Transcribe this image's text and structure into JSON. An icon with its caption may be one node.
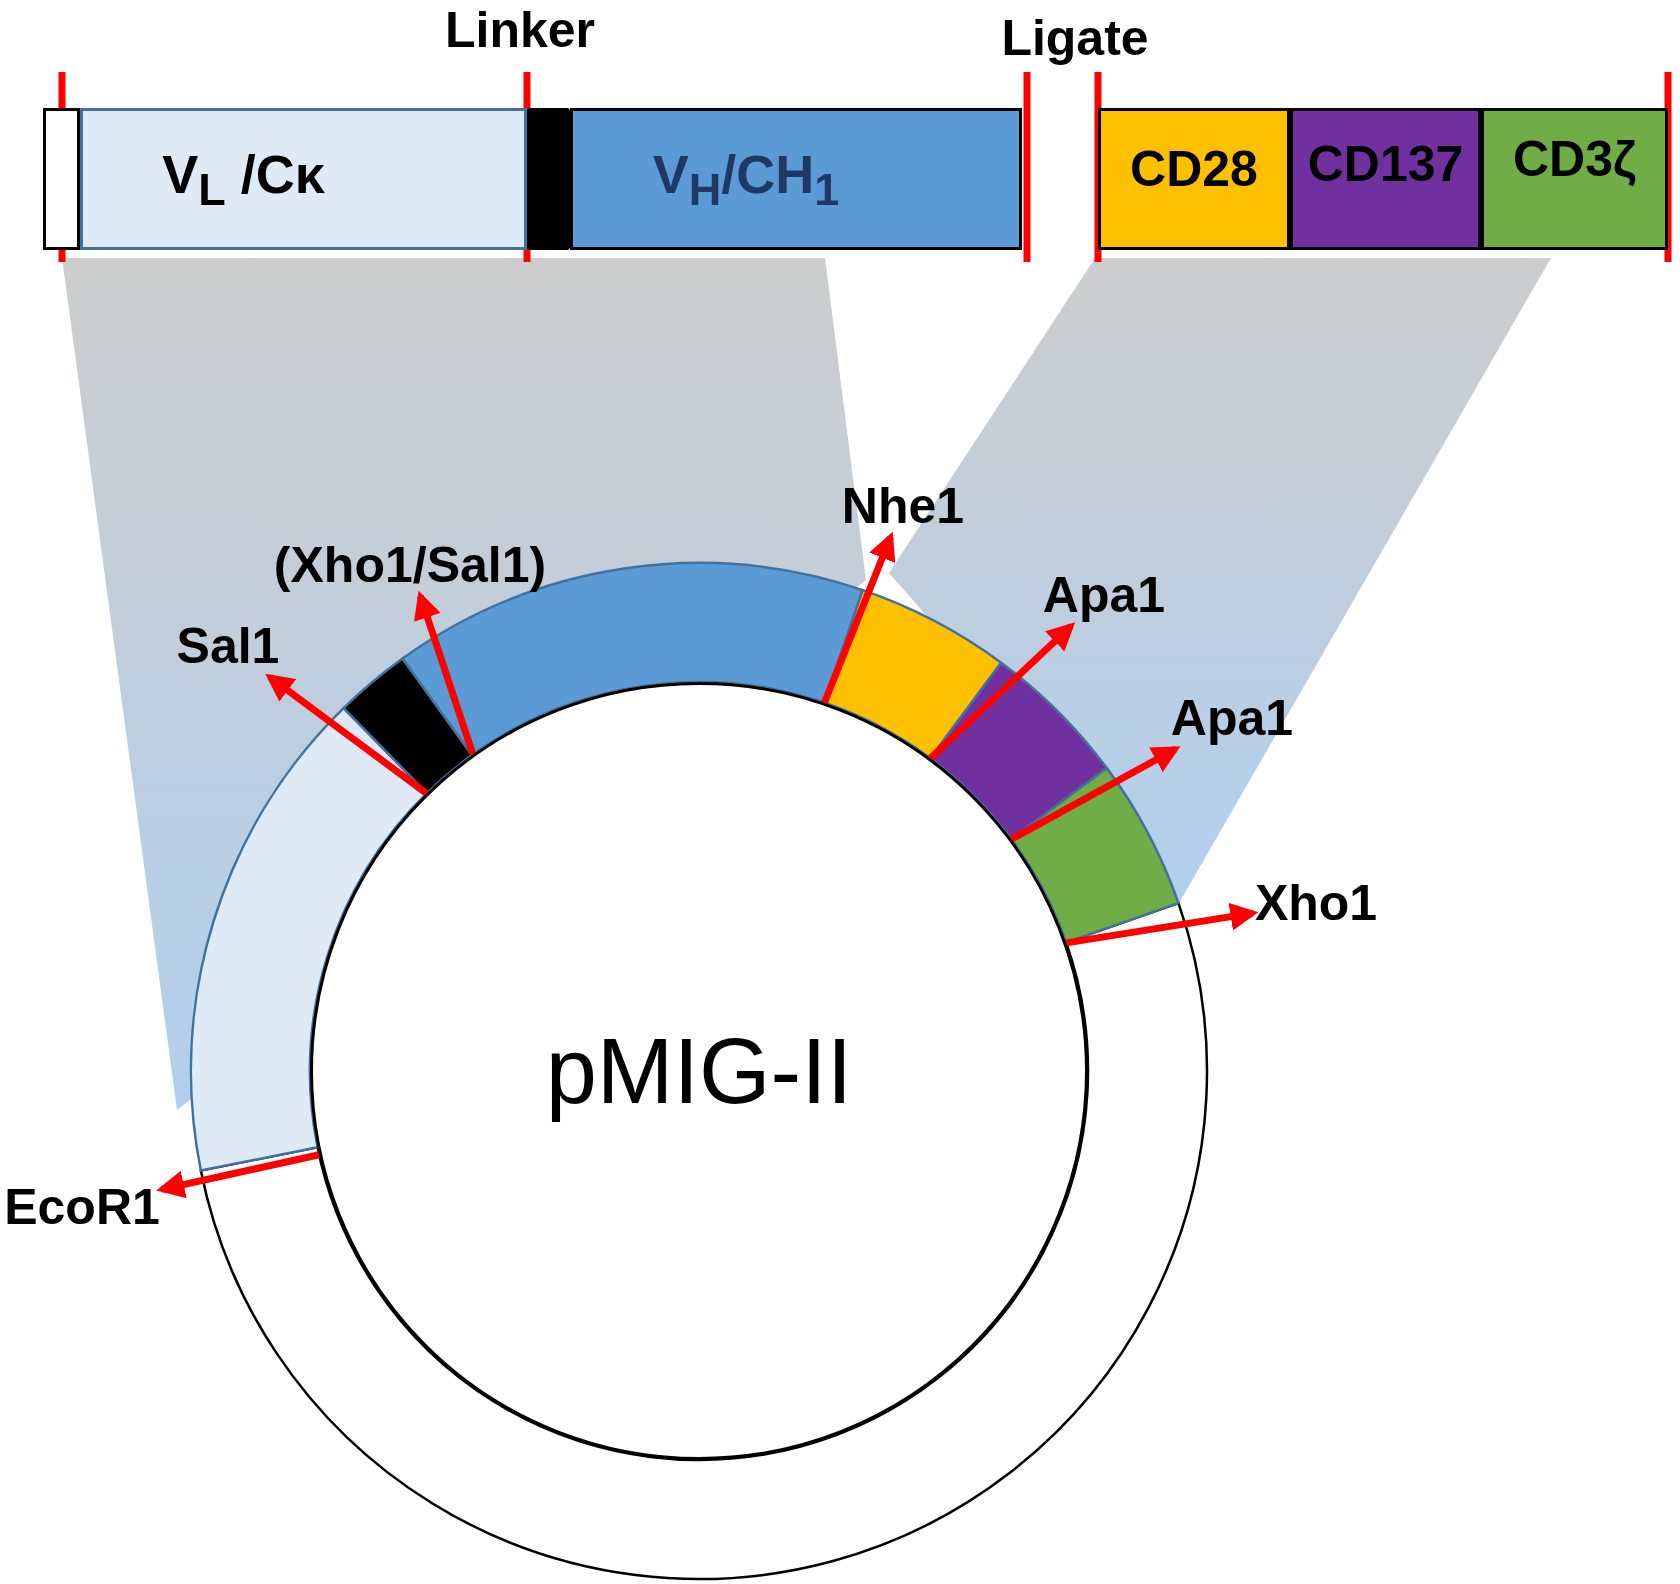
{
  "diagram": {
    "nodes": [
      {
        "text": [],
        "shape": "box"
      },
      {
        "text": [
          "V$_{L}$ /Cκ"
        ]
      },
      {
        "text": [],
        "shape": "bar"
      },
      {
        "text": [
          "V$_{H}$/CH$_{1}$"
        ]
      },
      {
        "text": [
          "CD28"
        ]
      },
      {
        "text": [
          "CD137"
        ]
      },
      {
        "text": [
          "CD3ζ"
        ]
      },
      {
        "text": [
          "pMIG-II"
        ]
      },
      {
        "text": [
          "Nhe1"
        ]
      },
      {
        "text": [
          "(Xho1/Sal1)"
        ]
      },
      {
        "text": [
          "Sal1"
        ]
      },
      {
        "text": [
          "Apa1"
        ]
      },
      {
        "text": [
          "Apa1"
        ]
      },
      {
        "text": [
          "Xho1"
        ]
      },
      {
        "text": [
          "EcoR1"
        ]
      }
    ],
    "edges": [
      {
        "from": 7,
        "to": 10,
        "arrow": "to"
      },
      {
        "from": 7,
        "to": 9,
        "arrow": "to"
      },
      {
        "from": 7,
        "to": 8,
        "arrow": "to"
      },
      {
        "from": 7,
        "to": 11,
        "arrow": "to"
      },
      {
        "from": 7,
        "to": 12,
        "arrow": "to"
      },
      {
        "from": 7,
        "to": 13,
        "arrow": "to"
      },
      {
        "from": 7,
        "to": 14,
        "arrow": "to"
      }
    ],
    "labels": [
      "Linker",
      "Ligate"
    ]
  }
}
